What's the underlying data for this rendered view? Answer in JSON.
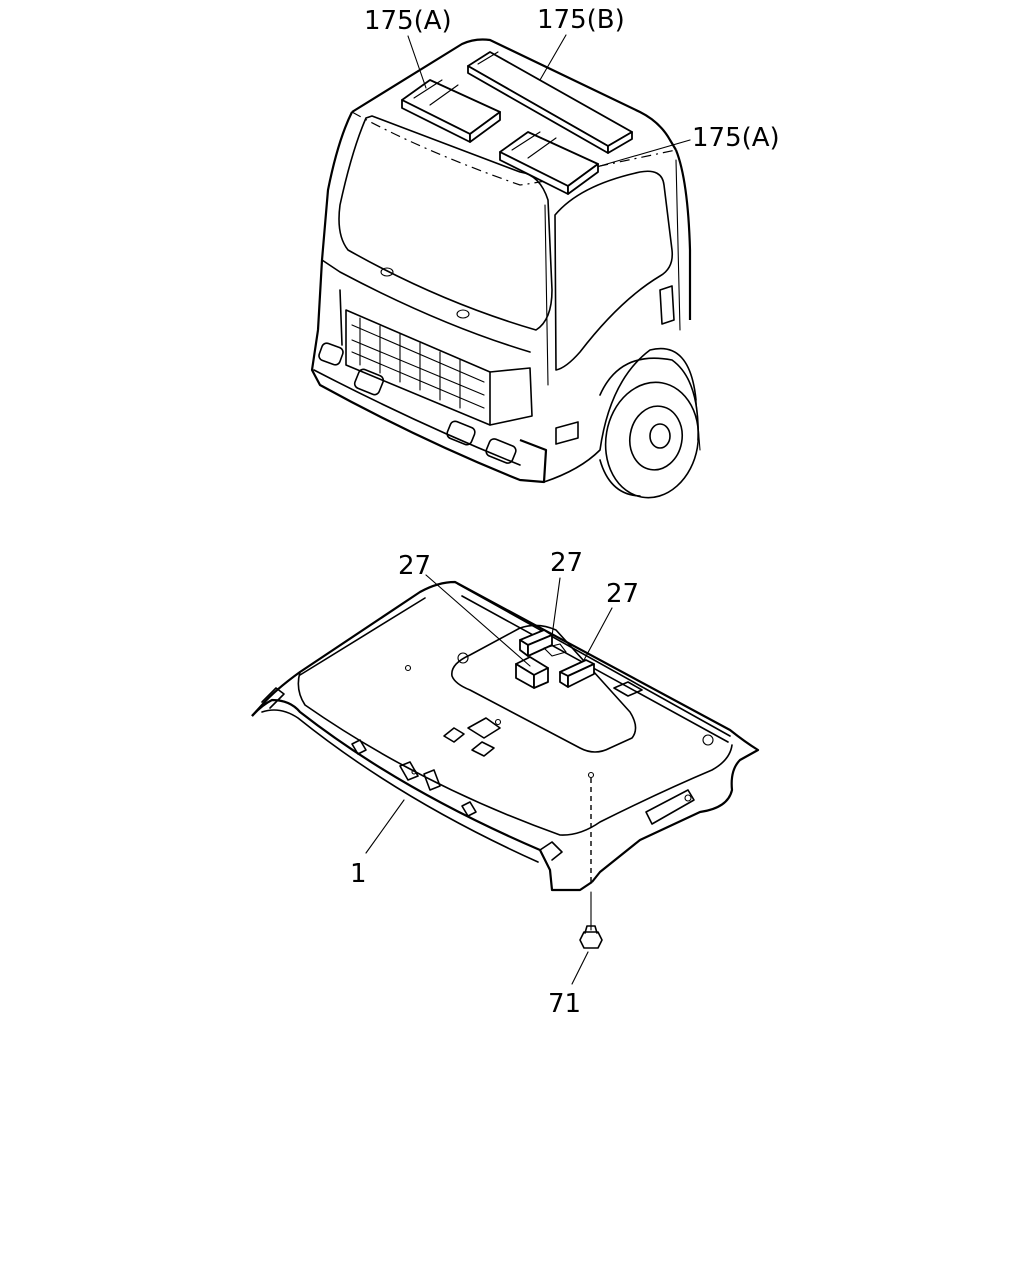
{
  "callouts": {
    "label_175a_top": "175(A)",
    "label_175b": "175(B)",
    "label_175a_right": "175(A)",
    "label_27_left": "27",
    "label_27_mid": "27",
    "label_27_right": "27",
    "label_1": "1",
    "label_71": "71"
  }
}
